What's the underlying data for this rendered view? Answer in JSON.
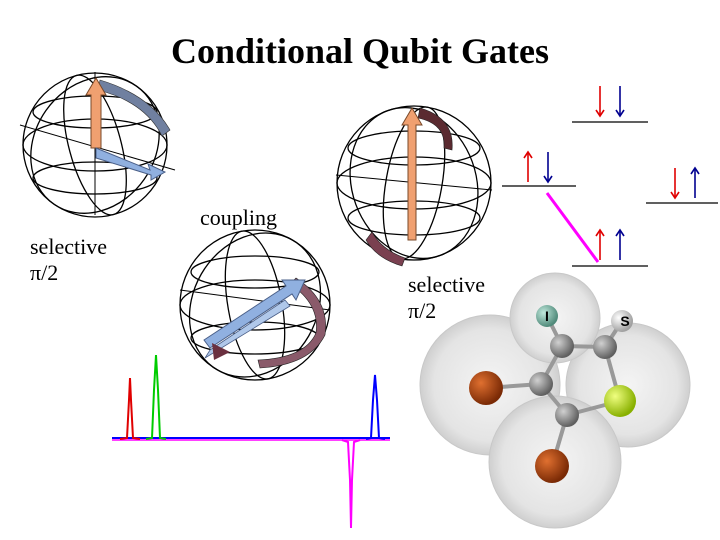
{
  "title": "Conditional Qubit Gates",
  "labels": {
    "selective_left_line1": "selective",
    "selective_left_line2": "π/2",
    "coupling": "coupling",
    "selective_right_line1": "selective",
    "selective_right_line2": "π/2"
  },
  "molecule": {
    "atom_I": "I",
    "atom_S": "S"
  },
  "colors": {
    "spin_red": "#e00000",
    "spin_blue": "#000090",
    "spectrum_red": "#e00000",
    "spectrum_green": "#00cc00",
    "spectrum_blue": "#0000ff",
    "spectrum_magenta": "#ff00ff",
    "arrow_orange": "#f0a070",
    "arrow_blue": "#90b0e0",
    "arrow_maroon": "#6a3040",
    "atom_gray": "#808080",
    "atom_brown": "#a04010",
    "atom_yellowgreen": "#b8e000",
    "atom_teal": "#70b0a0"
  }
}
